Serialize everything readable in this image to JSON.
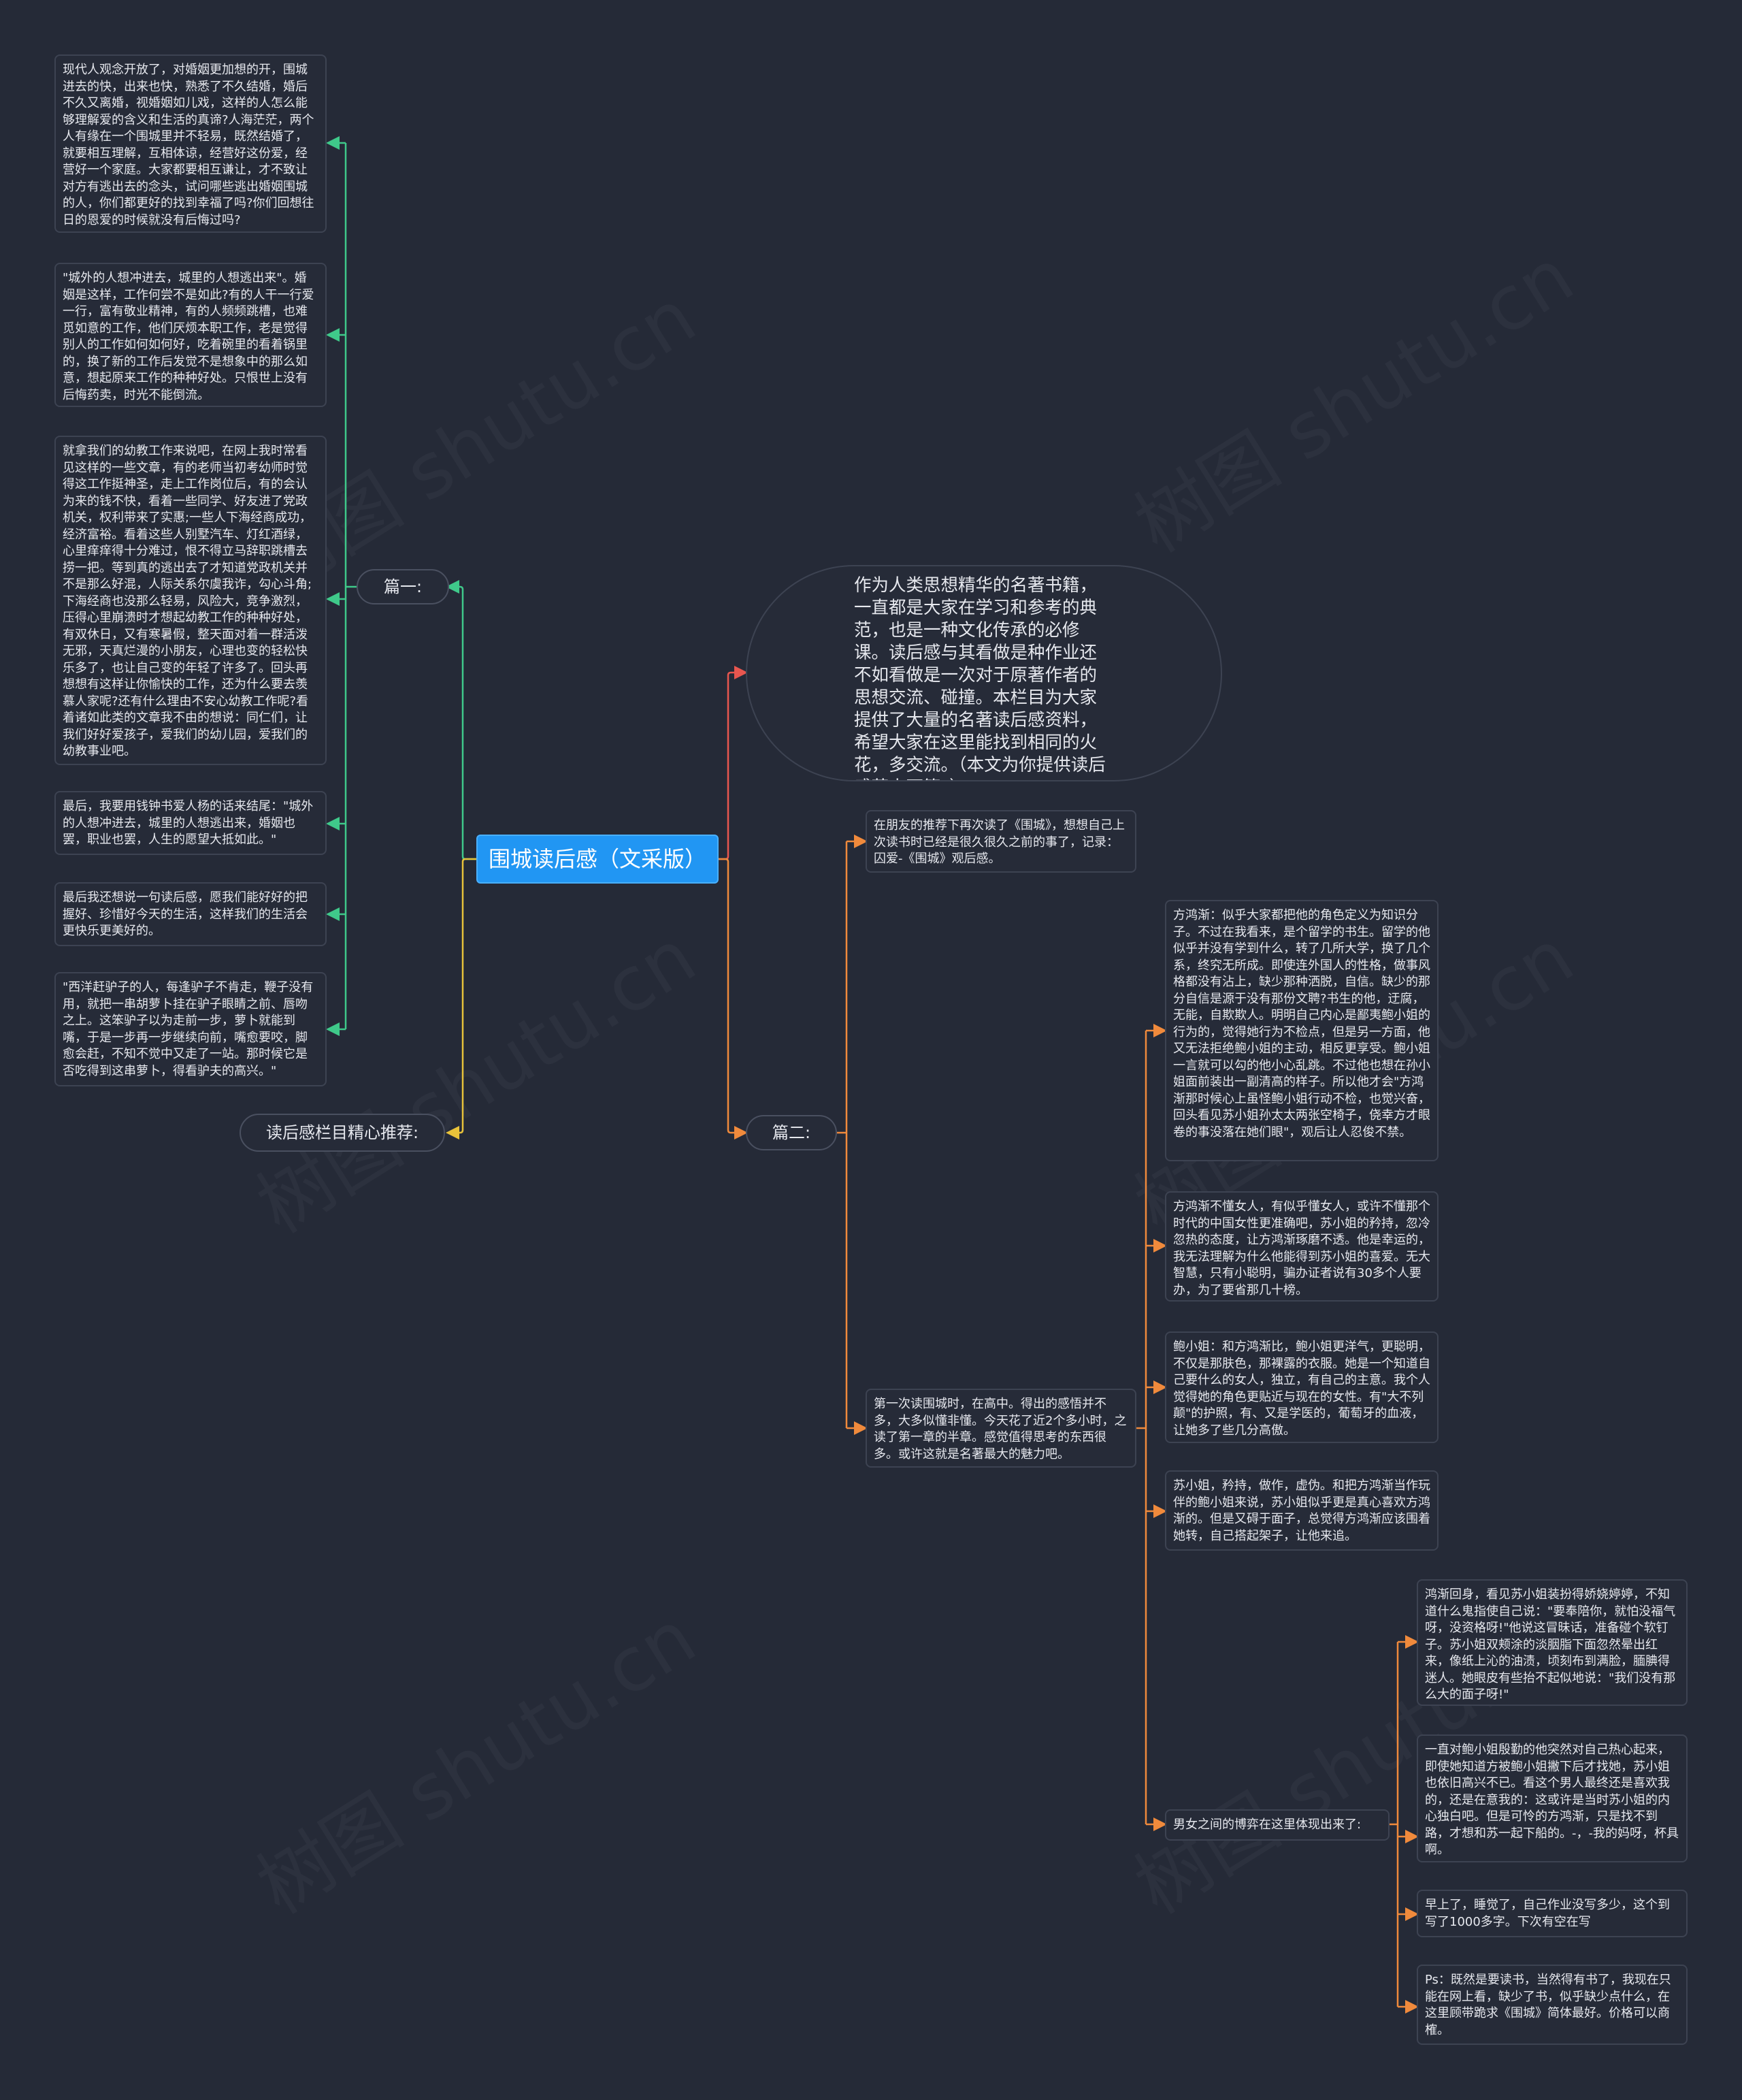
{
  "mindmap": {
    "root": "围城读后感（文采版）",
    "intro": "作为人类思想精华的名著书籍，一直都是大家在学习和参考的典范，也是一种文化传承的必修课。读后感与其看做是种作业还不如看做是一次对于原著作者的思想交流、碰撞。本栏目为大家提供了大量的名著读后感资料，希望大家在这里能找到相同的火花，多交流。（本文为你提供读后感范本两篇。）",
    "left": {
      "pian1_label": "篇一:",
      "pian1": [
        "现代人观念开放了，对婚姻更加想的开，围城进去的快，出来也快，熟悉了不久结婚，婚后不久又离婚，视婚姻如儿戏，这样的人怎么能够理解爱的含义和生活的真谛?人海茫茫，两个人有缘在一个围城里并不轻易，既然结婚了，就要相互理解，互相体谅，经营好这份爱，经营好一个家庭。大家都要相互谦让，才不致让对方有逃出去的念头，试问哪些逃出婚姻围城的人，你们都更好的找到幸福了吗?你们回想往日的恩爱的时候就没有后悔过吗?",
        "\"城外的人想冲进去，城里的人想逃出来\"。婚姻是这样，工作何尝不是如此?有的人干一行爱一行，富有敬业精神，有的人频频跳槽，也难觅如意的工作，他们厌烦本职工作，老是觉得别人的工作如何如何好，吃着碗里的看着锅里的，换了新的工作后发觉不是想象中的那么如意，想起原来工作的种种好处。只恨世上没有后悔药卖，时光不能倒流。",
        "就拿我们的幼教工作来说吧，在网上我时常看见这样的一些文章，有的老师当初考幼师时觉得这工作挺神圣，走上工作岗位后，有的会认为来的钱不快，看着一些同学、好友进了党政机关，权利带来了实惠;一些人下海经商成功，经济富裕。看着这些人别墅汽车、灯红酒绿，心里痒痒得十分难过，恨不得立马辞职跳槽去捞一把。等到真的逃出去了才知道党政机关并不是那么好混，人际关系尔虞我诈，勾心斗角;下海经商也没那么轻易，风险大，竞争激烈，压得心里崩溃时才想起幼教工作的种种好处，有双休日，又有寒暑假，整天面对着一群活泼无邪，天真烂漫的小朋友，心理也变的轻松快乐多了，也让自己变的年轻了许多了。回头再想想有这样让你愉快的工作，还为什么要去羡慕人家呢?还有什么理由不安心幼教工作呢?看着诸如此类的文章我不由的想说：同仁们，让我们好好爱孩子，爱我们的幼儿园，爱我们的幼教事业吧。",
        "最后，我要用钱钟书爱人杨的话来结尾：\"城外的人想冲进去，城里的人想逃出来，婚姻也罢，职业也罢，人生的愿望大抵如此。\"",
        "最后我还想说一句读后感，愿我们能好好的把握好、珍惜好今天的生活，这样我们的生活会更快乐更美好的。",
        "\"西洋赶驴子的人，每逢驴子不肯走，鞭子没有用，就把一串胡萝卜挂在驴子眼睛之前、唇吻之上。这笨驴子以为走前一步，萝卜就能到嘴，于是一步再一步继续向前，嘴愈要咬，脚愈会赶，不知不觉中又走了一站。那时候它是否吃得到这串萝卜，得看驴夫的高兴。\""
      ],
      "recommend_label": "读后感栏目精心推荐:"
    },
    "right": {
      "pian2_label": "篇二:",
      "p2_first": "在朋友的推荐下再次读了《围城》，想想自己上次读书时已经是很久很久之前的事了，记录：囚爱-《围城》观后感。",
      "p2_second": "第一次读围城时，在高中。得出的感悟并不多，大多似懂非懂。今天花了近2个多小时，之读了第一章的半章。感觉值得思考的东西很多。或许这就是名著最大的魅力吧。",
      "characters": [
        "方鸿渐：似乎大家都把他的角色定义为知识分子。不过在我看来，是个留学的书生。留学的他似乎并没有学到什么，转了几所大学，换了几个系，终究无所成。即使连外国人的性格，做事风格都没有沾上，缺少那种洒脱，自信。缺少的那分自信是源于没有那份文聘?书生的他，迂腐，无能，自欺欺人。明明自己内心是鄙夷鲍小姐的行为的，觉得她行为不检点，但是另一方面，他又无法拒绝鲍小姐的主动，相反更享受。鲍小姐一言就可以勾的他小心乱跳。不过他也想在孙小姐面前装出一副清高的样子。所以他才会\"方鸿渐那时候心上虽怪鲍小姐行动不检，也觉兴奋，回头看见苏小姐孙太太两张空椅子，侥幸方才眼卷的事没落在她们眼\"，观后让人忍俊不禁。",
        "方鸿渐不懂女人，有似乎懂女人，或许不懂那个时代的中国女性更准确吧，苏小姐的矜持，忽冷忽热的态度，让方鸿渐琢磨不透。他是幸运的，我无法理解为什么他能得到苏小姐的喜爱。无大智慧，只有小聪明，骗办证者说有30多个人要办，为了要省那几十榜。",
        "鲍小姐：和方鸿渐比，鲍小姐更洋气，更聪明，不仅是那肤色，那裸露的衣服。她是一个知道自己要什么的女人，独立，有自己的主意。我个人觉得她的角色更贴近与现在的女性。有\"大不列颠\"的护照，有、又是学医的，葡萄牙的血液，让她多了些几分高傲。",
        "苏小姐，矜持，做作，虚伪。和把方鸿渐当作玩伴的鲍小姐来说，苏小姐似乎更是真心喜欢方鸿渐的。但是又碍于面子，总觉得方鸿渐应该围着她转，自己搭起架子，让他来追。"
      ],
      "game_label": "男女之间的博弈在这里体现出来了:",
      "game": [
        "鸿渐回身，看见苏小姐装扮得娇娆婷婷，不知道什么鬼指使自己说：\"要奉陪你，就怕没福气呀，没资格呀!\"他说这冒昧话，准备碰个软钉子。苏小姐双颊涂的淡胭脂下面忽然晕出红来，像纸上沁的油渍，顷刻布到满脸，腼腆得迷人。她眼皮有些抬不起似地说：\"我们没有那么大的面子呀!\"",
        "一直对鲍小姐殷勤的他突然对自己热心起来，即使她知道方被鲍小姐撇下后才找她，苏小姐也依旧高兴不已。看这个男人最终还是喜欢我的，还是在意我的：这或许是当时苏小姐的内心独白吧。但是可怜的方鸿渐，只是找不到路，才想和苏一起下船的。-，-我的妈呀，杯具啊。",
        "早上了，睡觉了，自己作业没写多少，这个到写了1000多字。下次有空在写",
        "Ps：既然是要读书，当然得有书了，我现在只能在网上看，缺少了书，似乎缺少点什么，在这里顾带跪求《围城》简体最好。价格可以商榷。"
      ]
    },
    "watermark": "树图 shutu.cn",
    "colors": {
      "background": "#252a37",
      "root": "#2196f3",
      "left_branch_line": "#3fc98a",
      "recommend_line": "#e8c23a",
      "intro_line": "#e8564f",
      "right_branch_line": "#f08a3c"
    }
  }
}
